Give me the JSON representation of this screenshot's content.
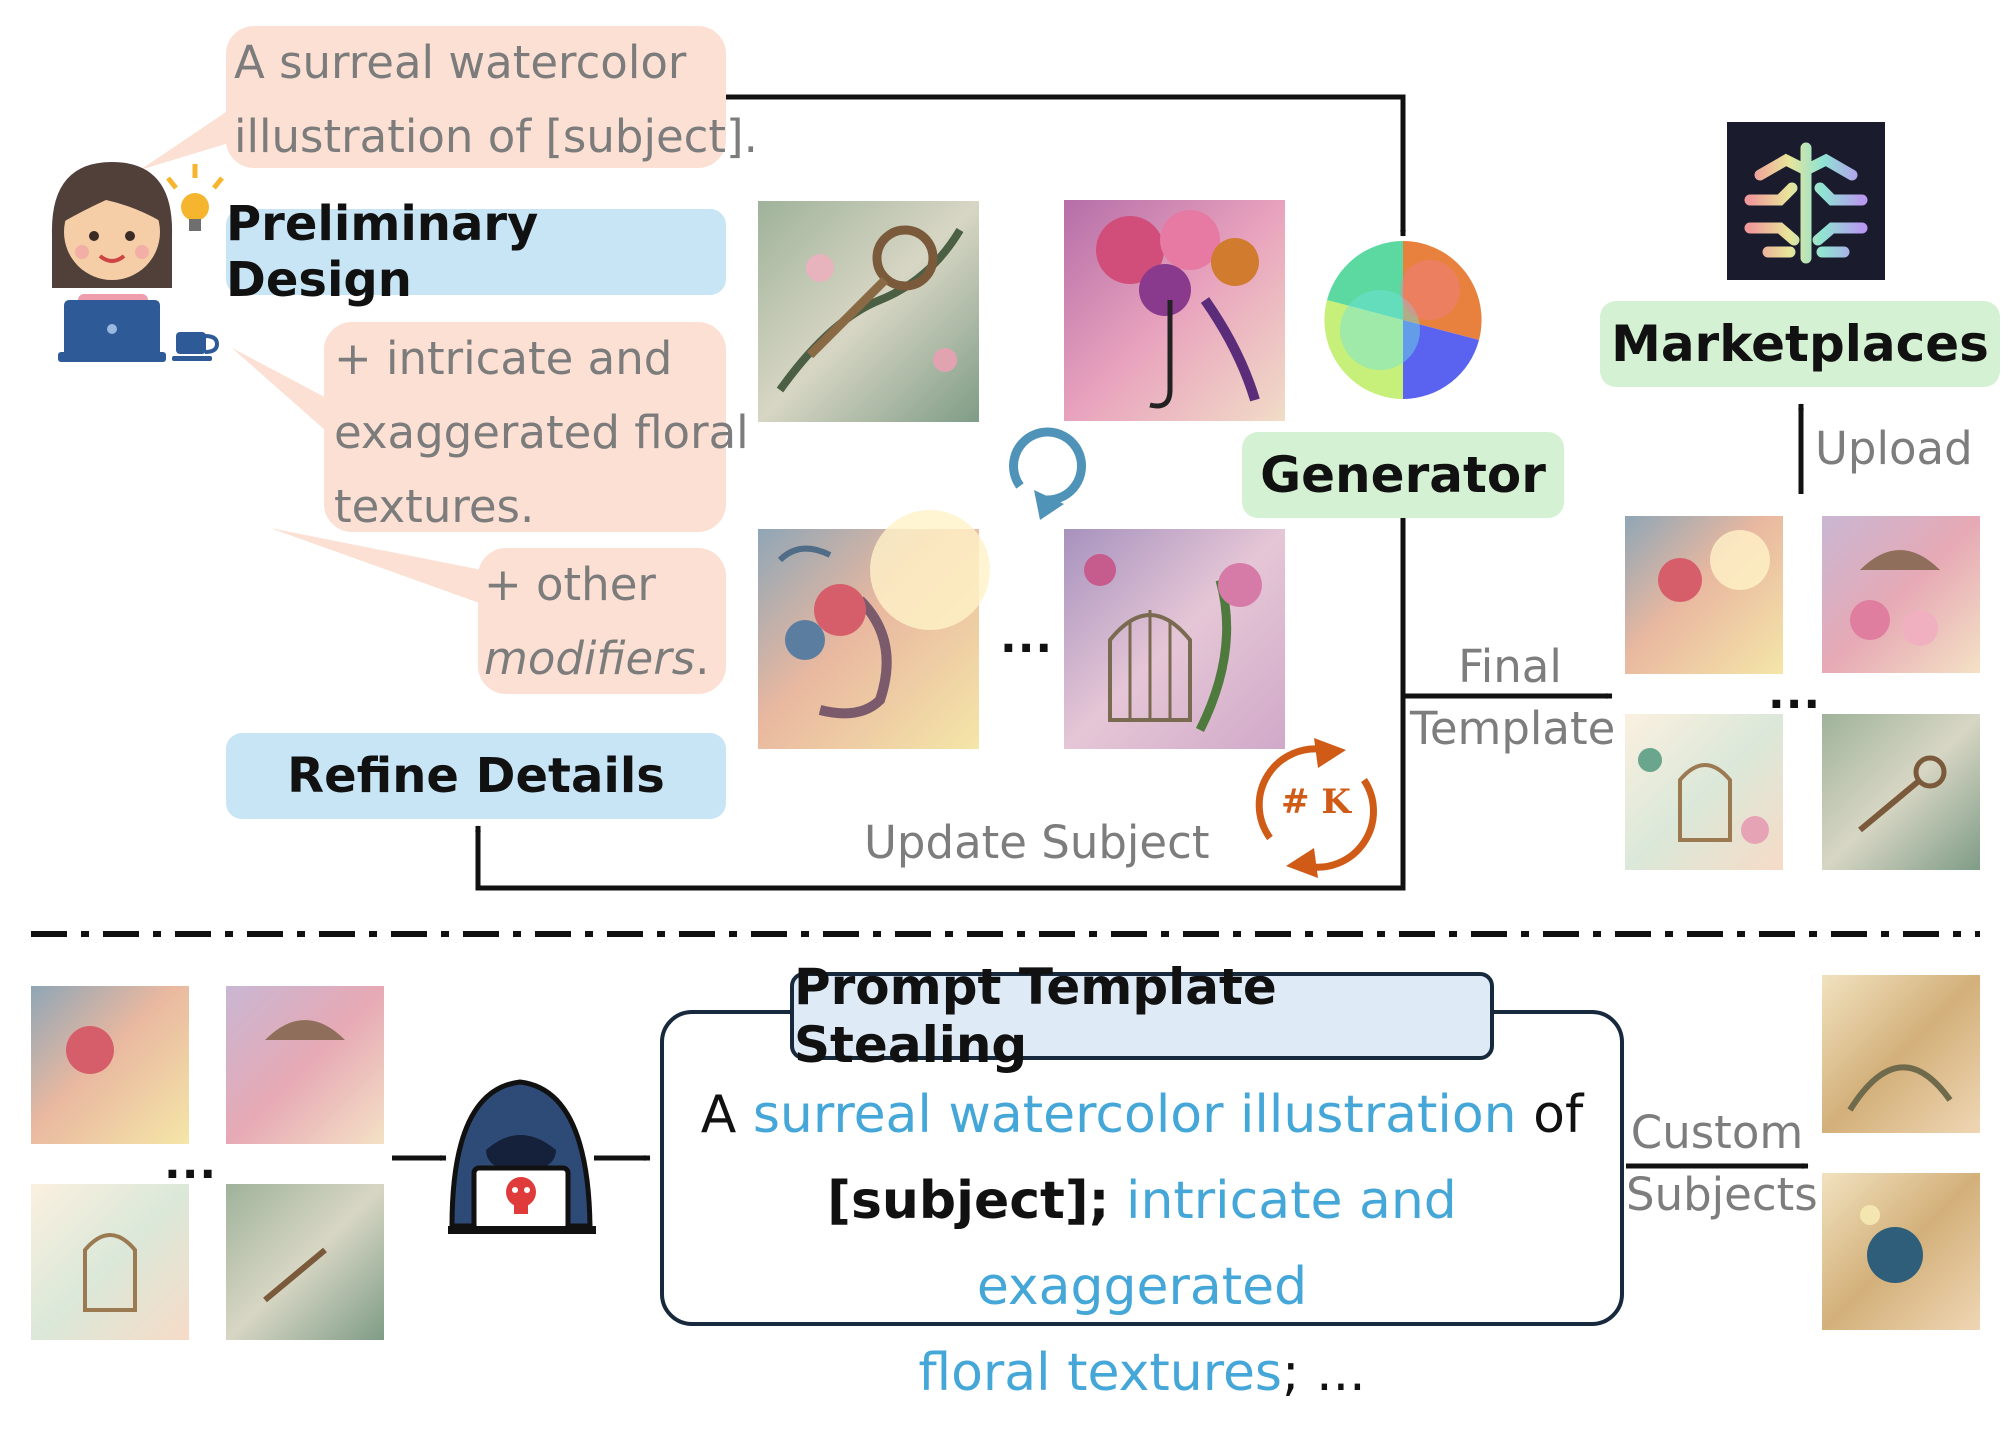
{
  "designer": {
    "prompt_bubble": [
      "A surreal watercolor",
      "illustration of [subject]."
    ],
    "preliminary_design": "Preliminary Design",
    "modifier_bubble": [
      "+ intricate and",
      "exaggerated floral",
      "textures."
    ],
    "other_bubble": [
      "+ other",
      "modifiers",
      "."
    ],
    "refine_details": "Refine Details",
    "update_subject": "Update Subject",
    "loop_label": "# K",
    "ellipsis": "..."
  },
  "generator": {
    "label": "Generator"
  },
  "marketplace": {
    "label": "Marketplaces",
    "upload": "Upload",
    "final_template": [
      "Final",
      "Template"
    ],
    "ellipsis": "..."
  },
  "attack": {
    "title": "Prompt Template Stealing",
    "line1": {
      "a": "A ",
      "b": "surreal watercolor illustration",
      "c": " of"
    },
    "line2": {
      "a": "[subject];",
      "b": " intricate and exaggerated"
    },
    "line3": {
      "a": "floral textures",
      "b": "; ..."
    },
    "custom_subjects": [
      "Custom",
      "Subjects"
    ],
    "ellipsis": "..."
  },
  "colors": {
    "bubble": "#fbe0d3",
    "blue_box": "#c7e5f5",
    "green_box": "#d5f1d4",
    "highlight": "#45a6d8",
    "loop": "#cf5b17",
    "refresh": "#4f93b8"
  }
}
